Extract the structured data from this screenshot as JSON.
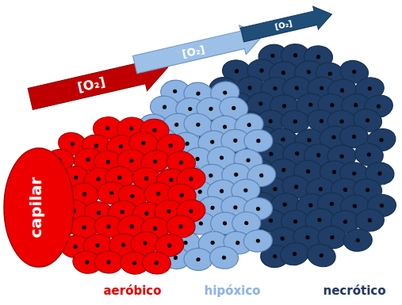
{
  "diagram": {
    "nodes": [
      {
        "text": [
          "[O₂]"
        ]
      },
      {
        "text": [
          "[O₂]"
        ]
      },
      {
        "text": [
          "[O₂]"
        ]
      },
      {
        "text": [
          "capilar"
        ]
      }
    ],
    "labels": [
      "aeróbico",
      "hipóxico",
      "necrótico"
    ]
  }
}
